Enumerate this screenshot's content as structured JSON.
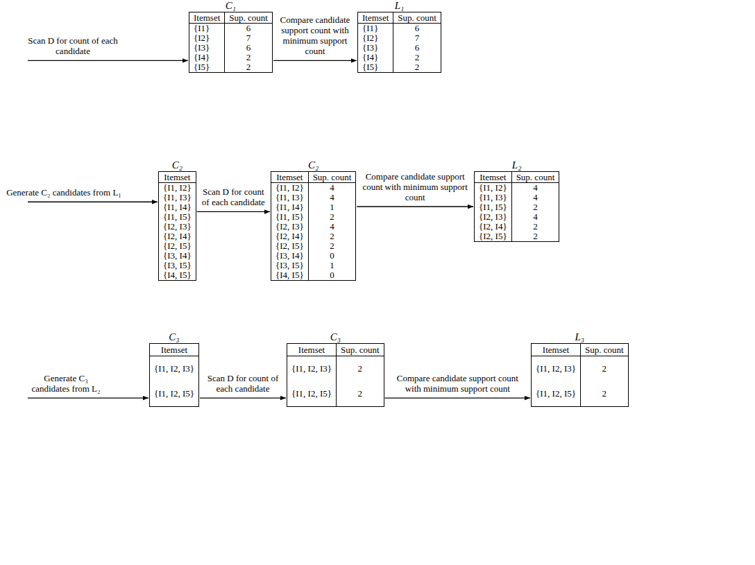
{
  "diagram": {
    "nodes": [
      {
        "text": [
          "C₁",
          "Itemset",
          "Sup. count",
          "{I1}",
          "6",
          "{I2}",
          "7",
          "{I3}",
          "6",
          "{I4}",
          "2",
          "{I5}",
          "2"
        ]
      },
      {
        "text": [
          "L₁",
          "Itemset",
          "Sup. count",
          "{I1}",
          "6",
          "{I2}",
          "7",
          "{I3}",
          "6",
          "{I4}",
          "2",
          "{I5}",
          "2"
        ]
      },
      {
        "text": [
          "C₂",
          "Itemset",
          "{I1, I2}",
          "{I1, I3}",
          "{I1, I4}",
          "{I1, I5}",
          "{I2, I3}",
          "{I2, I4}",
          "{I2, I5}",
          "{I3, I4}",
          "{I3, I5}",
          "{I4, I5}"
        ]
      },
      {
        "text": [
          "C₂",
          "Itemset",
          "Sup. count",
          "{I1, I2}",
          "4",
          "{I1, I3}",
          "4",
          "{I1, I4}",
          "1",
          "{I1, I5}",
          "2",
          "{I2, I3}",
          "4",
          "{I2, I4}",
          "2",
          "{I2, I5}",
          "2",
          "{I3, I4}",
          "0",
          "{I3, I5}",
          "1",
          "{I4, I5}",
          "0"
        ]
      },
      {
        "text": [
          "L₂",
          "Itemset",
          "Sup. count",
          "{I1, I2}",
          "4",
          "{I1, I3}",
          "4",
          "{I1, I5}",
          "2",
          "{I2, I3}",
          "4",
          "{I2, I4}",
          "2",
          "{I2, I5}",
          "2"
        ]
      },
      {
        "text": [
          "C₃",
          "Itemset",
          "{I1, I2, I3}",
          "{I1, I2, I5}"
        ]
      },
      {
        "text": [
          "C₃",
          "Itemset",
          "Sup. count",
          "{I1, I2, I3}",
          "2",
          "{I1, I2, I5}",
          "2"
        ]
      },
      {
        "text": [
          "L₃",
          "Itemset",
          "Sup. count",
          "{I1, I2, I3}",
          "2",
          "{I1, I2, I5}",
          "2"
        ]
      }
    ],
    "edges": [
      {
        "from": 0,
        "to": 1,
        "arrow": "to",
        "label": "Compare candidate support count with minimum support count"
      },
      {
        "from": 2,
        "to": 3,
        "arrow": "to",
        "label": "Scan D for count of each candidate"
      },
      {
        "from": 3,
        "to": 4,
        "arrow": "to",
        "label": "Compare candidate support count with minimum support count"
      },
      {
        "from": 5,
        "to": 6,
        "arrow": "to",
        "label": "Scan D for count of each candidate"
      },
      {
        "from": 6,
        "to": 7,
        "arrow": "to",
        "label": "Compare candidate support count with minimum support count"
      }
    ],
    "labels": [
      "Scan D for count of each candidate",
      "Generate C₂ candidates from L₁",
      "Generate C₃ candidates from L₂"
    ]
  }
}
